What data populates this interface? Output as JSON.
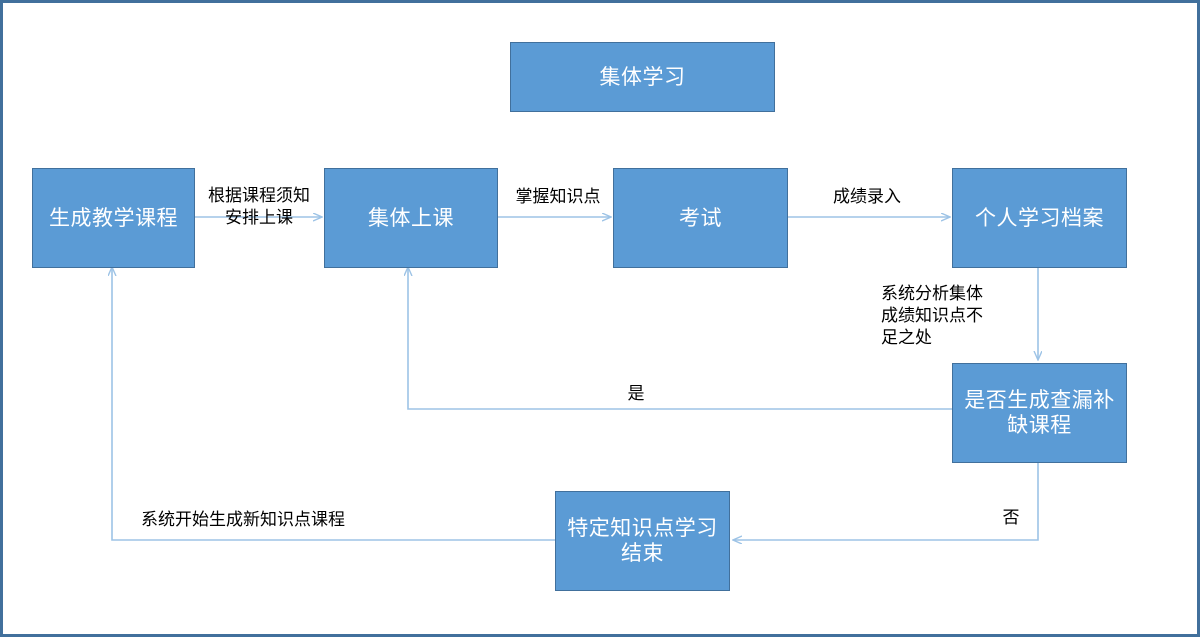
{
  "diagram": {
    "title_box": "集体学习",
    "colors": {
      "node_fill": "#5B9BD5",
      "node_border": "#41709C",
      "connector": "#9DC3E6",
      "page_border": "#41709C",
      "node_text": "#FFFFFF",
      "label_text": "#000000"
    },
    "nodes": [
      {
        "id": "collective-study",
        "label": "集体学习"
      },
      {
        "id": "generate-course",
        "label": "生成教学课程"
      },
      {
        "id": "collective-class",
        "label": "集体上课"
      },
      {
        "id": "exam",
        "label": "考试"
      },
      {
        "id": "personal-archive",
        "label": "个人学习档案"
      },
      {
        "id": "decision-remedial",
        "label": "是否生成查漏补缺课程"
      },
      {
        "id": "topic-study-end",
        "label": "特定知识点学习结束"
      }
    ],
    "edges": [
      {
        "id": "generate-to-class",
        "label": "根据课程须知\n安排上课"
      },
      {
        "id": "class-to-exam",
        "label": "掌握知识点"
      },
      {
        "id": "exam-to-archive",
        "label": "成绩录入"
      },
      {
        "id": "archive-to-decision",
        "label": "系统分析集体\n成绩知识点不\n足之处"
      },
      {
        "id": "decision-yes",
        "label": "是"
      },
      {
        "id": "decision-no",
        "label": "否"
      },
      {
        "id": "end-to-generate",
        "label": "系统开始生成新知识点课程"
      }
    ]
  }
}
